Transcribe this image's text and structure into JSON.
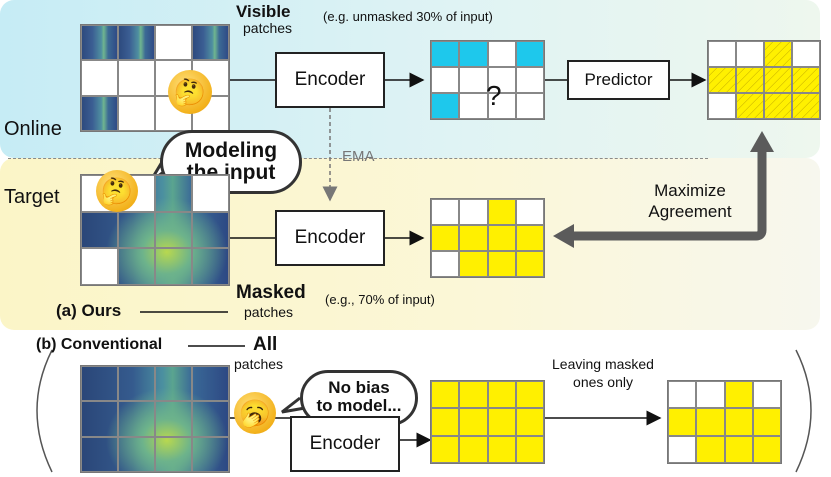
{
  "online": {
    "label": "Online"
  },
  "target": {
    "label": "Target"
  },
  "visible": {
    "title": "Visible",
    "sub": "patches",
    "note": "(e.g. unmasked 30% of input)"
  },
  "masked": {
    "title": "Masked",
    "note": "(e.g., 70% of input)",
    "sub": "patches"
  },
  "encoder_label": "Encoder",
  "predictor_label": "Predictor",
  "question_mark": "?",
  "ema_label": "EMA",
  "maximize": {
    "line1": "Maximize",
    "line2": "Agreement"
  },
  "bubble_modeling": {
    "line1": "Modeling",
    "line2": "the input"
  },
  "ours_label": "(a) Ours",
  "conventional_label": "(b) Conventional",
  "all_patches": {
    "title": "All",
    "sub": "patches"
  },
  "bubble_nobias": {
    "line1": "No bias",
    "line2": "to model..."
  },
  "leaving": {
    "line1": "Leaving masked",
    "line2": "ones only"
  },
  "icons": [
    "thinking-face-icon",
    "yawning-face-icon"
  ],
  "colors": {
    "cyan": "#1ec8ec",
    "yellow": "#fff000",
    "online_bg": "#d2eff5",
    "target_bg": "#fbf6d0"
  }
}
